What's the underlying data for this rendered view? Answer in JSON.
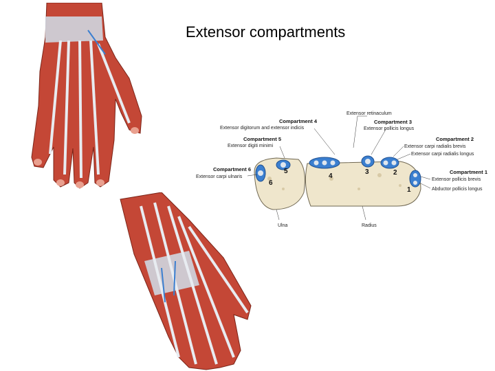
{
  "slide": {
    "title": "Extensor compartments"
  },
  "cross_section": {
    "headers": {
      "compartment_1": "Compartment 1",
      "compartment_2": "Compartment 2",
      "compartment_3": "Compartment 3",
      "compartment_4": "Compartment 4",
      "compartment_5": "Compartment 5",
      "compartment_6": "Compartment 6"
    },
    "labels": {
      "extensor_retinaculum": "Extensor retinaculum",
      "extensor_digitorum_indicis": "Extensor digitorum and extensor indicis",
      "extensor_pollicis_longus": "Extensor pollicis longus",
      "extensor_digiti_minimi": "Extensor digiti minimi",
      "extensor_carpi_radialis_brevis": "Extensor carpi radialis brevis",
      "extensor_carpi_radialis_longus": "Extensor carpi radialis longus",
      "extensor_carpi_ulnaris": "Extensor carpi ulnaris",
      "extensor_pollicis_brevis": "Extensor pollicis brevis",
      "abductor_pollicis_longus": "Abductor pollicis longus",
      "ulna": "Ulna",
      "radius": "Radius"
    },
    "numbers": {
      "n1": "1",
      "n2": "2",
      "n3": "3",
      "n4": "4",
      "n5": "5",
      "n6": "6"
    }
  },
  "colors": {
    "muscle": "#c0392b",
    "tendon": "#d8dde4",
    "sheath": "#3b7fd0",
    "bone": "#efe6cc",
    "background": "#ffffff"
  }
}
